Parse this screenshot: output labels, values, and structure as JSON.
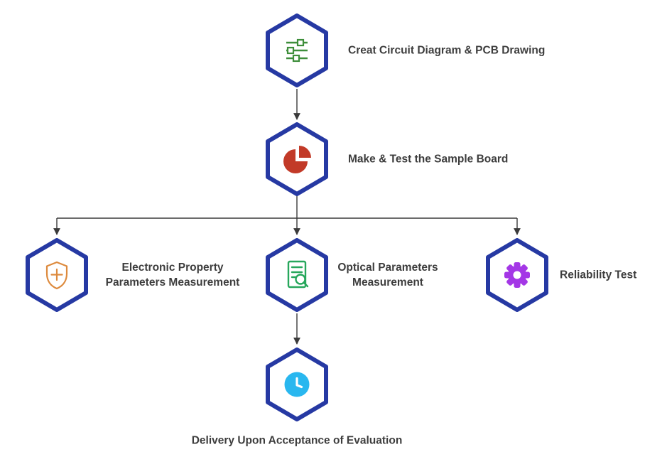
{
  "diagram": {
    "title": "",
    "nodes": [
      {
        "id": "create-circuit",
        "label": "Creat Circuit Diagram & PCB Drawing",
        "icon": "sliders-icon",
        "icon_color": "#3e8e3b"
      },
      {
        "id": "make-test-board",
        "label": "Make & Test the Sample Board",
        "icon": "pie-chart-icon",
        "icon_color": "#c23a28"
      },
      {
        "id": "electronic-property",
        "label_lines": [
          "Electronic Property",
          "Parameters Measurement"
        ],
        "icon": "shield-plus-icon",
        "icon_color": "#dd8a3d"
      },
      {
        "id": "optical-parameters",
        "label_lines": [
          "Optical Parameters",
          "Measurement"
        ],
        "icon": "document-search-icon",
        "icon_color": "#27a75c"
      },
      {
        "id": "reliability-test",
        "label": "Reliability Test",
        "icon": "gear-icon",
        "icon_color": "#a437e6"
      },
      {
        "id": "delivery",
        "label": "Delivery Upon Acceptance of Evaluation",
        "icon": "clock-icon",
        "icon_color": "#29b7ef"
      }
    ],
    "colors": {
      "hex-border": "#2639a3",
      "connector": "#3a3a3a",
      "text": "#3d3d3d"
    }
  }
}
